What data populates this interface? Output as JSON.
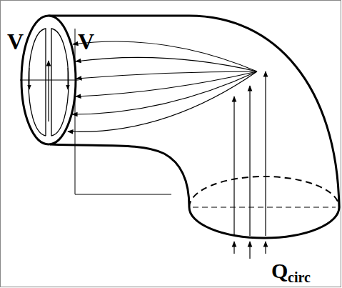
{
  "diagram": {
    "labels": [
      "V",
      "V",
      "Q",
      "circ"
    ]
  }
}
